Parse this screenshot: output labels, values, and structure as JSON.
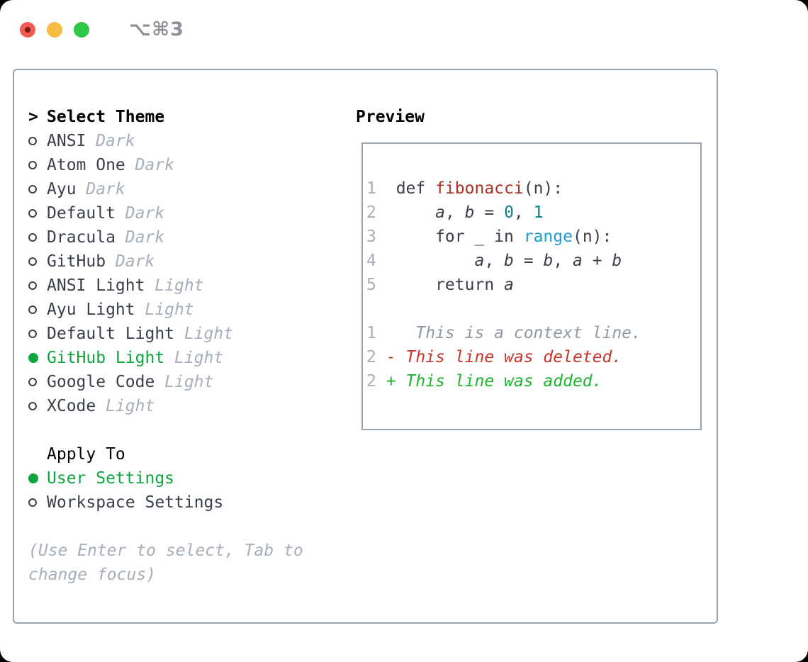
{
  "window": {
    "title": "⌥⌘3",
    "traffic_lights": [
      "close",
      "minimize",
      "zoom"
    ]
  },
  "colors": {
    "accent_green": "#0DA53D",
    "added_green": "#1EB42F",
    "deleted_red": "#C6362C",
    "function_red": "#AC2F24",
    "number_teal": "#0C7F89",
    "builtin_blue": "#1D9FD3",
    "text_dark": "#3A4049",
    "muted_gray": "#A6AEB8",
    "border_gray": "#99A3AD",
    "traffic_red": "#F15B51",
    "traffic_yellow": "#F6BE40",
    "traffic_green": "#2FC748"
  },
  "left": {
    "prompt": ">",
    "title": "Select Theme",
    "themes": [
      {
        "name": "ANSI",
        "variant": "Dark",
        "selected": false
      },
      {
        "name": "Atom One",
        "variant": "Dark",
        "selected": false
      },
      {
        "name": "Ayu",
        "variant": "Dark",
        "selected": false
      },
      {
        "name": "Default",
        "variant": "Dark",
        "selected": false
      },
      {
        "name": "Dracula",
        "variant": "Dark",
        "selected": false
      },
      {
        "name": "GitHub",
        "variant": "Dark",
        "selected": false
      },
      {
        "name": "ANSI Light",
        "variant": "Light",
        "selected": false
      },
      {
        "name": "Ayu Light",
        "variant": "Light",
        "selected": false
      },
      {
        "name": "Default Light",
        "variant": "Light",
        "selected": false
      },
      {
        "name": "GitHub Light",
        "variant": "Light",
        "selected": true
      },
      {
        "name": "Google Code",
        "variant": "Light",
        "selected": false
      },
      {
        "name": "XCode",
        "variant": "Light",
        "selected": false
      }
    ],
    "apply_to": {
      "label": "Apply To",
      "options": [
        {
          "name": "User Settings",
          "selected": true
        },
        {
          "name": "Workspace Settings",
          "selected": false
        }
      ]
    },
    "hint": "(Use Enter to select, Tab to change focus)"
  },
  "preview": {
    "label": "Preview",
    "lines": [
      {
        "num": "1",
        "segments": [
          {
            "t": "  def ",
            "c": "fg"
          },
          {
            "t": "fibonacci",
            "c": "func"
          },
          {
            "t": "(n):",
            "c": "fg"
          }
        ]
      },
      {
        "num": "2",
        "segments": [
          {
            "t": "      ",
            "c": "fg"
          },
          {
            "t": "a",
            "c": "var"
          },
          {
            "t": ", ",
            "c": "fg"
          },
          {
            "t": "b",
            "c": "var"
          },
          {
            "t": " = ",
            "c": "fg"
          },
          {
            "t": "0",
            "c": "num"
          },
          {
            "t": ", ",
            "c": "fg"
          },
          {
            "t": "1",
            "c": "num"
          }
        ]
      },
      {
        "num": "3",
        "segments": [
          {
            "t": "      for _ in ",
            "c": "fg"
          },
          {
            "t": "range",
            "c": "blue"
          },
          {
            "t": "(n):",
            "c": "fg"
          }
        ]
      },
      {
        "num": "4",
        "segments": [
          {
            "t": "          ",
            "c": "fg"
          },
          {
            "t": "a",
            "c": "var"
          },
          {
            "t": ", ",
            "c": "fg"
          },
          {
            "t": "b",
            "c": "var"
          },
          {
            "t": " = ",
            "c": "fg"
          },
          {
            "t": "b",
            "c": "var"
          },
          {
            "t": ", ",
            "c": "fg"
          },
          {
            "t": "a",
            "c": "var"
          },
          {
            "t": " + ",
            "c": "fg"
          },
          {
            "t": "b",
            "c": "var"
          }
        ]
      },
      {
        "num": "5",
        "segments": [
          {
            "t": "      return ",
            "c": "fg"
          },
          {
            "t": "a",
            "c": "var"
          }
        ]
      },
      {
        "num": "",
        "segments": []
      },
      {
        "num": "1",
        "segments": [
          {
            "t": "    This is a context line.",
            "c": "ctx"
          }
        ]
      },
      {
        "num": "2",
        "segments": [
          {
            "t": " - This line was deleted.",
            "c": "del"
          }
        ]
      },
      {
        "num": "2",
        "segments": [
          {
            "t": " + This line was added.",
            "c": "add"
          }
        ]
      }
    ]
  }
}
